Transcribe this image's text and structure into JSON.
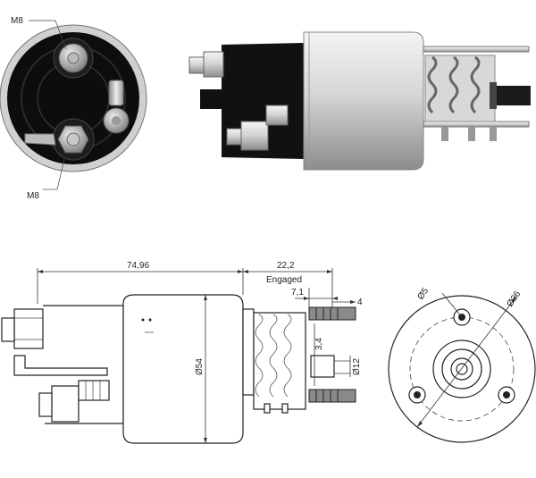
{
  "photo_end": {
    "top_terminal_label": "M8",
    "bottom_terminal_label": "M8"
  },
  "drawing_side": {
    "overall_length": "74,96",
    "plunger_travel": "22,2",
    "engaged_label": "Engaged",
    "dim_7_1": "7,1",
    "dim_4": "4",
    "dim_3_4": "3,4",
    "body_diameter": "Ø54",
    "plunger_diameter": "Ø12"
  },
  "drawing_front": {
    "hole_diameter": "Ø5",
    "bolt_circle_diameter": "Ø36"
  },
  "colors": {
    "body_black": "#111111",
    "metal": "#c9c9c9",
    "line": "#222222"
  }
}
